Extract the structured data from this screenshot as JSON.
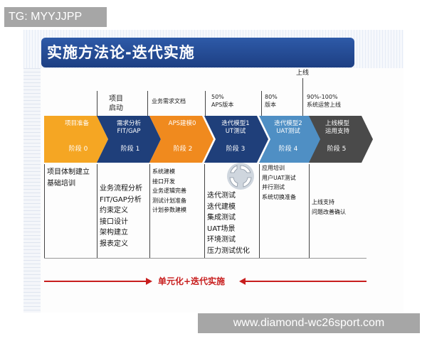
{
  "watermark": {
    "tag": "TG: MYYJJPP",
    "url": "www.diamond-wc26sport.com"
  },
  "title": "实施方法论-迭代实施",
  "top_labels": {
    "golive": "上线",
    "kickoff": "项目\n启动",
    "biz_doc": "业务需求文档",
    "aps50": "50%\nAPS版本",
    "v80": "80%\n版本",
    "ops": "90%-100%\n系统运营上线"
  },
  "phases": [
    {
      "title": "项目准备",
      "stage": "阶段 0",
      "color": "#f5a623"
    },
    {
      "title": "需求分析\nFIT/GAP",
      "stage": "阶段 1",
      "color": "#1f3f7a"
    },
    {
      "title": "APS建模0",
      "stage": "阶段 2",
      "color": "#f08a1e"
    },
    {
      "title": "迭代模型1\nUT测试",
      "stage": "阶段 3",
      "color": "#1f3f7a"
    },
    {
      "title": "迭代模型2\nUAT测试",
      "stage": "阶段 4",
      "color": "#4f8fc4"
    },
    {
      "title": "上线模型\n运用支持",
      "stage": "阶段 5",
      "color": "#4a4a4a"
    }
  ],
  "lists": {
    "p0": [
      "项目体制建立",
      "基础培训"
    ],
    "p1": [
      "业务流程分析",
      "FIT/GAP分析",
      "约束定义",
      "接口设计",
      "架构建立",
      "报表定义"
    ],
    "p2": [
      "系统建模",
      "接口开发",
      "业务逻辑完善",
      "测试计划准备",
      "计划参数建模"
    ],
    "p3": [
      "迭代测试",
      "迭代建模",
      "集成测试",
      "UAT场景",
      "环境测试",
      "压力测试优化"
    ],
    "p4": [
      "应用培训",
      "用户UAT测试",
      "并行测试",
      "系统切换准备"
    ],
    "p5": [
      "上线支持",
      "问题改善确认"
    ]
  },
  "banner": "单元化+迭代实施",
  "colors": {
    "accent_red": "#c81e1e",
    "title_blue": "#1d3f83"
  }
}
